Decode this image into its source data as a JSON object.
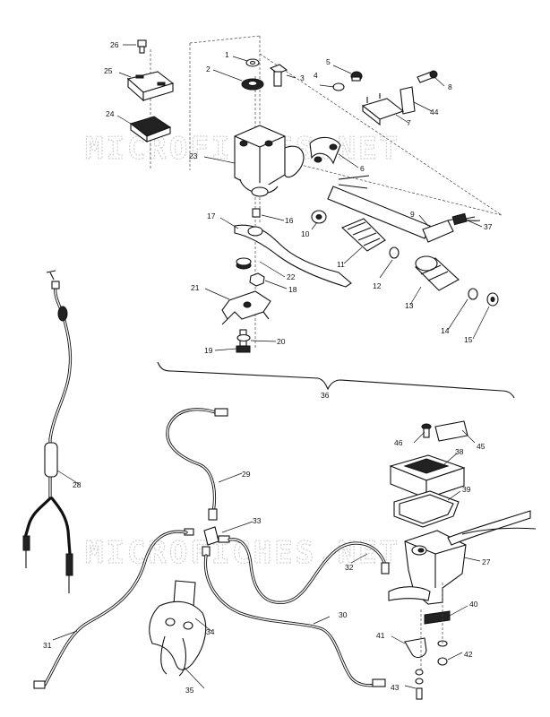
{
  "watermark": "MICROFICHES.NET",
  "callouts": {
    "p1": "1",
    "p2": "2",
    "p3": "3",
    "p4": "4",
    "p5": "5",
    "p6": "6",
    "p7": "7",
    "p8": "8",
    "p9": "9",
    "p10": "10",
    "p11": "11",
    "p12": "12",
    "p13": "13",
    "p14": "14",
    "p15": "15",
    "p16": "16",
    "p17": "17",
    "p18": "18",
    "p19": "19",
    "p20": "20",
    "p21": "21",
    "p22": "22",
    "p23": "23",
    "p24": "24",
    "p25": "25",
    "p26": "26",
    "p27": "27",
    "p28": "28",
    "p29": "29",
    "p30": "30",
    "p31": "31",
    "p32": "32",
    "p33": "33",
    "p34": "34",
    "p35": "35",
    "p36": "36",
    "p37": "37",
    "p38": "38",
    "p39": "39",
    "p40": "40",
    "p41": "41",
    "p42": "42",
    "p43": "43",
    "p44": "44",
    "p45": "45",
    "p46": "46"
  }
}
